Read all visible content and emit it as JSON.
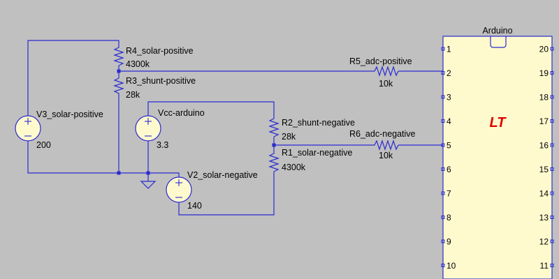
{
  "components": {
    "r4": {
      "name": "R4_solar-positive",
      "value": "4300k"
    },
    "r3": {
      "name": "R3_shunt-positive",
      "value": "28k"
    },
    "r5": {
      "name": "R5_adc-positive",
      "value": "10k"
    },
    "r2": {
      "name": "R2_shunt-negative",
      "value": "28k"
    },
    "r1": {
      "name": "R1_solar-negative",
      "value": "4300k"
    },
    "r6": {
      "name": "R6_adc-negative",
      "value": "10k"
    },
    "v3": {
      "name": "V3_solar-positive",
      "value": "200"
    },
    "vcc": {
      "name": "Vcc-arduino",
      "value": "3.3"
    },
    "v2": {
      "name": "V2_solar-negative",
      "value": "140"
    }
  },
  "chip": {
    "title": "Arduino",
    "logo": "LT",
    "left_pins": [
      "1",
      "2",
      "3",
      "4",
      "5",
      "6",
      "7",
      "8",
      "9",
      "10"
    ],
    "right_pins": [
      "20",
      "19",
      "18",
      "17",
      "16",
      "15",
      "14",
      "13",
      "12",
      "11"
    ]
  },
  "colors": {
    "wire": "#2a2ad2",
    "background": "#c0c0c0",
    "chip_fill": "#fffacd",
    "logo": "#e00000"
  }
}
